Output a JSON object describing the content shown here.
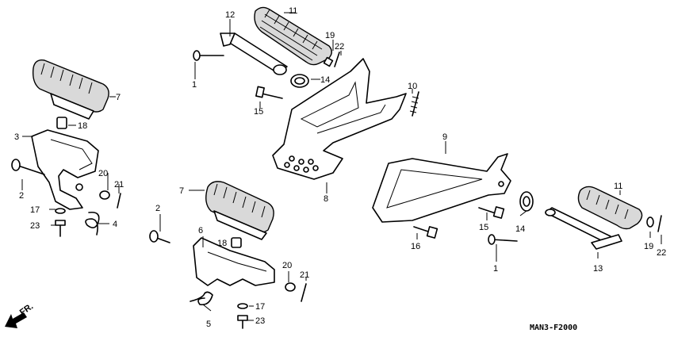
{
  "diagram": {
    "code": "MAN3-F2000",
    "direction_label": "FR.",
    "callouts": {
      "c1a": "1",
      "c1b": "1",
      "c2a": "2",
      "c2b": "2",
      "c3": "3",
      "c4": "4",
      "c5": "5",
      "c6": "6",
      "c7a": "7",
      "c7b": "7",
      "c8": "8",
      "c9": "9",
      "c10": "10",
      "c11a": "11",
      "c11b": "11",
      "c12": "12",
      "c13": "13",
      "c14a": "14",
      "c14b": "14",
      "c15a": "15",
      "c15b": "15",
      "c16": "16",
      "c17a": "17",
      "c17b": "17",
      "c18a": "18",
      "c18b": "18",
      "c19a": "19",
      "c19b": "19",
      "c20a": "20",
      "c20b": "20",
      "c21a": "21",
      "c21b": "21",
      "c22a": "22",
      "c22b": "22",
      "c23a": "23",
      "c23b": "23"
    }
  }
}
